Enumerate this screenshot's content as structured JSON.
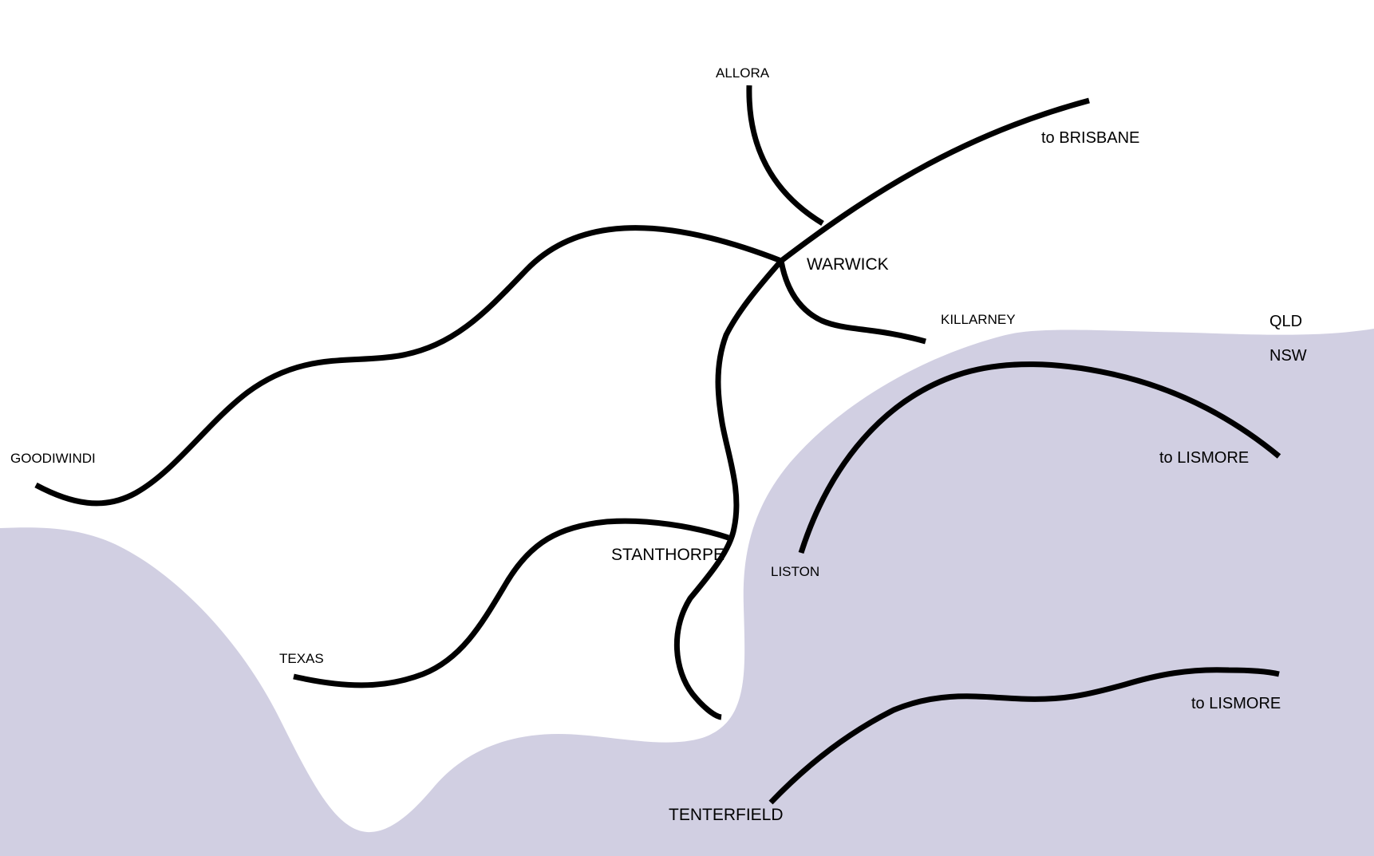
{
  "colors": {
    "nsw_region": "#d1cfe2",
    "background": "#ffffff",
    "route": "#000000"
  },
  "regions": {
    "qld": "QLD",
    "nsw": "NSW"
  },
  "places": {
    "allora": "ALLORA",
    "brisbane": "to BRISBANE",
    "warwick": "WARWICK",
    "killarney": "KILLARNEY",
    "goodiwindi": "GOODIWINDI",
    "stanthorpe": "STANTHORPE",
    "liston": "LISTON",
    "texas": "TEXAS",
    "lismore_north": "to LISMORE",
    "lismore_south": "to LISMORE",
    "tenterfield": "TENTERFIELD"
  }
}
